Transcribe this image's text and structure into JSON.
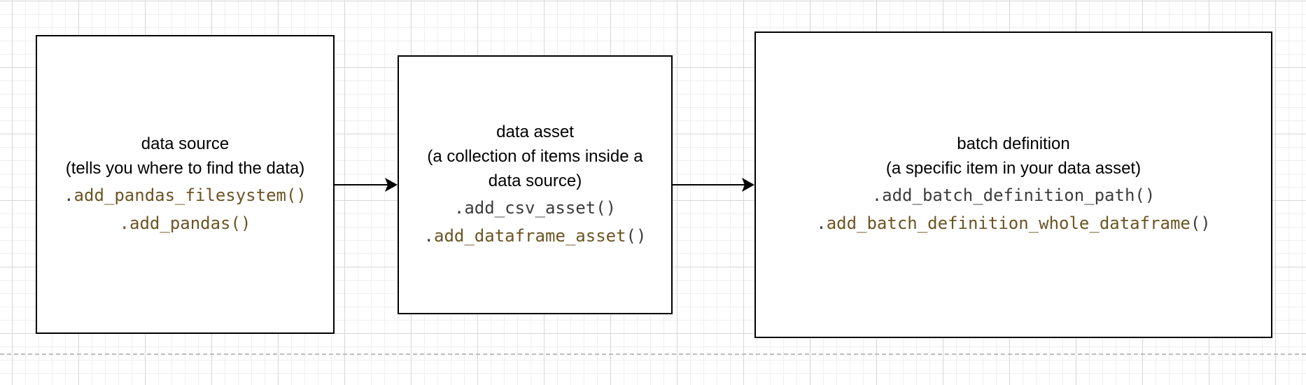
{
  "nodes": {
    "data_source": {
      "title": "data source",
      "subtitle": "(tells you where to find the data)",
      "methods": [
        {
          "dot": ".",
          "name": "add_pandas_filesystem",
          "parens": "()"
        },
        {
          "dot": ".",
          "name": "add_pandas",
          "parens": "()"
        }
      ]
    },
    "data_asset": {
      "title": "data asset",
      "subtitle_line1": "(a collection of items inside a",
      "subtitle_line2": "data source)",
      "methods": [
        {
          "dot": ".",
          "name": "add_csv_asset",
          "parens": "()"
        },
        {
          "dot": ".",
          "name": "add_dataframe_asset",
          "parens": "()"
        }
      ]
    },
    "batch_definition": {
      "title": "batch definition",
      "subtitle": "(a specific item in your data asset)",
      "methods": [
        {
          "dot": ".",
          "name": "add_batch_definition_path",
          "parens": "()"
        },
        {
          "dot": ".",
          "name": "add_batch_definition_whole_dataframe",
          "parens": "()"
        }
      ]
    }
  },
  "colors": {
    "border": "#000000",
    "code_text": "#3c3c3c",
    "method_name": "#6b5423",
    "grid": "#d6d6d6"
  }
}
